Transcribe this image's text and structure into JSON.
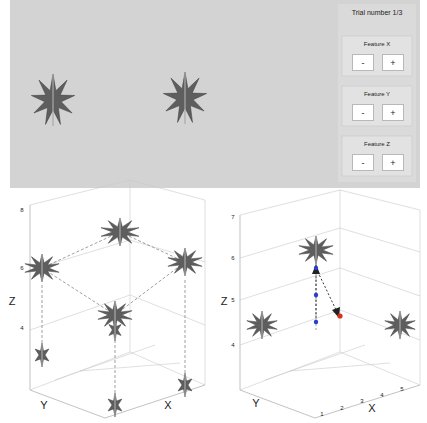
{
  "diagram": {
    "nodes": [
      {
        "text": [
          "-"
        ]
      },
      {
        "text": [
          "+"
        ]
      },
      {
        "text": [
          "-"
        ]
      },
      {
        "text": [
          "+"
        ]
      },
      {
        "text": [
          "-"
        ]
      },
      {
        "text": [
          "+"
        ]
      }
    ],
    "labels": [
      "Trial number 1/3",
      "Feature X",
      "Feature Y",
      "Feature Z",
      "Z",
      "Y",
      "X",
      "4",
      "6",
      "8",
      "Z",
      "Y",
      "X",
      "4",
      "5",
      "6",
      "7",
      "1",
      "2",
      "3",
      "4",
      "5"
    ]
  }
}
